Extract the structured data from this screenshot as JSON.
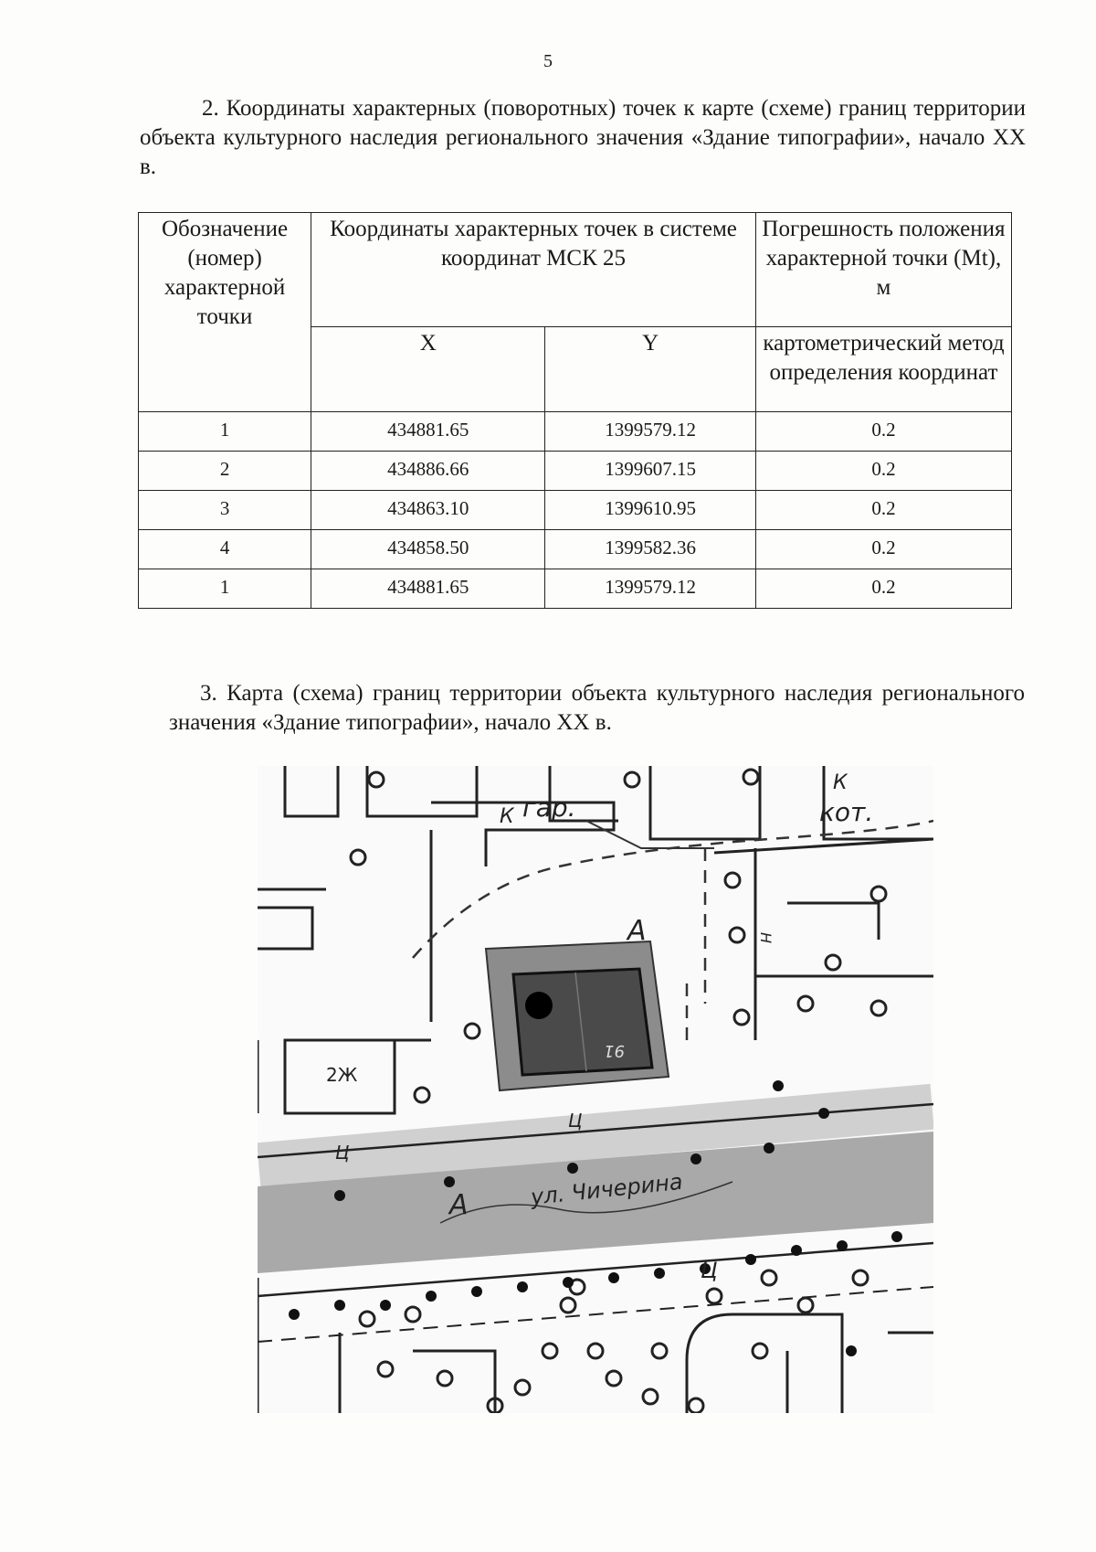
{
  "page_number": "5",
  "section2": {
    "text": "2. Координаты характерных (поворотных) точек к карте (схеме) границ территории объекта культурного наследия регионального значения «Здание типографии», начало XX в."
  },
  "table": {
    "header": {
      "col1": "Обозначение (номер) характерной точки",
      "coords": "Координаты характерных точек в системе координат МСК 25",
      "error": "Погрешность положения характерной точки (Mt), м",
      "x": "X",
      "y": "Y",
      "method": "картометрический метод определения координат"
    },
    "rows": [
      {
        "num": "1",
        "x": "434881.65",
        "y": "1399579.12",
        "mt": "0.2"
      },
      {
        "num": "2",
        "x": "434886.66",
        "y": "1399607.15",
        "mt": "0.2"
      },
      {
        "num": "3",
        "x": "434863.10",
        "y": "1399610.95",
        "mt": "0.2"
      },
      {
        "num": "4",
        "x": "434858.50",
        "y": "1399582.36",
        "mt": "0.2"
      },
      {
        "num": "1",
        "x": "434881.65",
        "y": "1399579.12",
        "mt": "0.2"
      }
    ]
  },
  "section3": {
    "text": "3. Карта (схема) границ территории объекта культурного наследия регионального значения «Здание типографии», начало XX в."
  },
  "map": {
    "labels": {
      "gar": "гар.",
      "k1": "К",
      "k2": "К",
      "kot": "кот.",
      "a_top": "А",
      "a_road": "А",
      "building_2zh": "2Ж",
      "house_number": "91",
      "street": "ул. Чичерина",
      "letter_u1": "Ц",
      "letter_u2": "Ц",
      "letter_u3": "Ц",
      "letter_n": "Н"
    },
    "colors": {
      "road": "#a9a9a9",
      "sidewalk": "#d0d0d0",
      "boundary": "#8c8c8c",
      "building": "#4a4a4a"
    }
  }
}
